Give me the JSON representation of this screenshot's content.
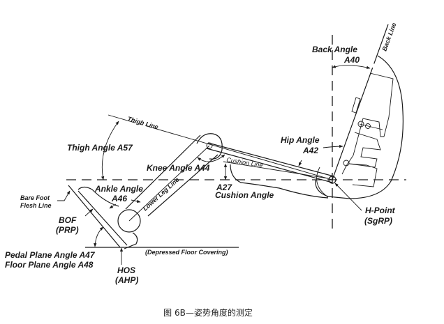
{
  "diagram": {
    "labels": {
      "back_line": "Back Line",
      "back_angle": "Back Angle",
      "back_angle_code": "A40",
      "thigh_line": "Thigh Line",
      "thigh_angle": "Thigh Angle A57",
      "hip_angle": "Hip Angle",
      "hip_angle_code": "A42",
      "knee_angle": "Knee Angle A44",
      "cushion_line": "Cushion Line",
      "cushion_angle_code": "A27",
      "cushion_angle": "Cushion Angle",
      "ankle_angle": "Ankle Angle",
      "ankle_angle_code": "A46",
      "lower_leg_line": "Lower Leg Line",
      "bare_foot_1": "Bare Foot",
      "bare_foot_2": "Flesh Line",
      "bof": "BOF",
      "prp": "(PRP)",
      "pedal_plane_angle": "Pedal Plane Angle A47",
      "floor_plane_angle": "Floor Plane Angle A48",
      "depressed_floor": "(Depressed Floor Covering)",
      "hos": "HOS",
      "ahp": "(AHP)",
      "h_point": "H-Point",
      "sgrp": "(SgRP)"
    },
    "caption": "图 6B—姿势角度的测定"
  }
}
